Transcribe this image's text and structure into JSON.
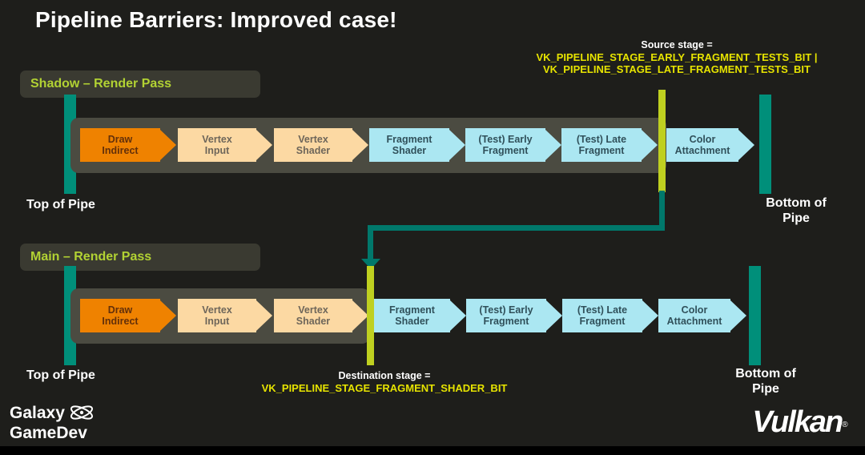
{
  "title": "Pipeline Barriers: Improved case!",
  "annotations": {
    "source": {
      "label": "Source stage =",
      "value_line1": "VK_PIPELINE_STAGE_EARLY_FRAGMENT_TESTS_BIT |",
      "value_line2": "VK_PIPELINE_STAGE_LATE_FRAGMENT_TESTS_BIT"
    },
    "destination": {
      "label": "Destination stage =",
      "value_line1": "VK_PIPELINE_STAGE_FRAGMENT_SHADER_BIT"
    }
  },
  "rows": [
    {
      "label": "Shadow – Render Pass",
      "top_of_pipe": "Top of Pipe",
      "bottom_line1": "Bottom of",
      "bottom_line2": "Pipe",
      "stages": [
        {
          "line1": "Draw",
          "line2": "Indirect",
          "color": "orange"
        },
        {
          "line1": "Vertex",
          "line2": "Input",
          "color": "peach"
        },
        {
          "line1": "Vertex",
          "line2": "Shader",
          "color": "peach"
        },
        {
          "line1": "Fragment",
          "line2": "Shader",
          "color": "cyan"
        },
        {
          "line1": "(Test) Early",
          "line2": "Fragment",
          "color": "cyan"
        },
        {
          "line1": "(Test) Late",
          "line2": "Fragment",
          "color": "cyan"
        },
        {
          "line1": "Color",
          "line2": "Attachment",
          "color": "cyan"
        }
      ]
    },
    {
      "label": "Main – Render Pass",
      "top_of_pipe": "Top of Pipe",
      "bottom_line1": "Bottom of",
      "bottom_line2": "Pipe",
      "stages": [
        {
          "line1": "Draw",
          "line2": "Indirect",
          "color": "orange"
        },
        {
          "line1": "Vertex",
          "line2": "Input",
          "color": "peach"
        },
        {
          "line1": "Vertex",
          "line2": "Shader",
          "color": "peach"
        },
        {
          "line1": "Fragment",
          "line2": "Shader",
          "color": "cyan"
        },
        {
          "line1": "(Test) Early",
          "line2": "Fragment",
          "color": "cyan"
        },
        {
          "line1": "(Test) Late",
          "line2": "Fragment",
          "color": "cyan"
        },
        {
          "line1": "Color",
          "line2": "Attachment",
          "color": "cyan"
        }
      ]
    }
  ],
  "footer": {
    "galaxy_line1": "Galaxy",
    "galaxy_line2": "GameDev",
    "vulkan": "Vulkan",
    "registered": "®"
  },
  "colors": {
    "background": "#1e1e1b",
    "accent_green": "#b2d233",
    "teal_bar": "#008f7a",
    "connector_teal": "#00786b",
    "barrier_yellow": "#bfd020",
    "stage_orange": "#ef8200",
    "stage_peach": "#fcd9a3",
    "stage_cyan": "#abe7f2",
    "vk_text_yellow": "#e6e300",
    "container_gray": "#4b4b41"
  }
}
